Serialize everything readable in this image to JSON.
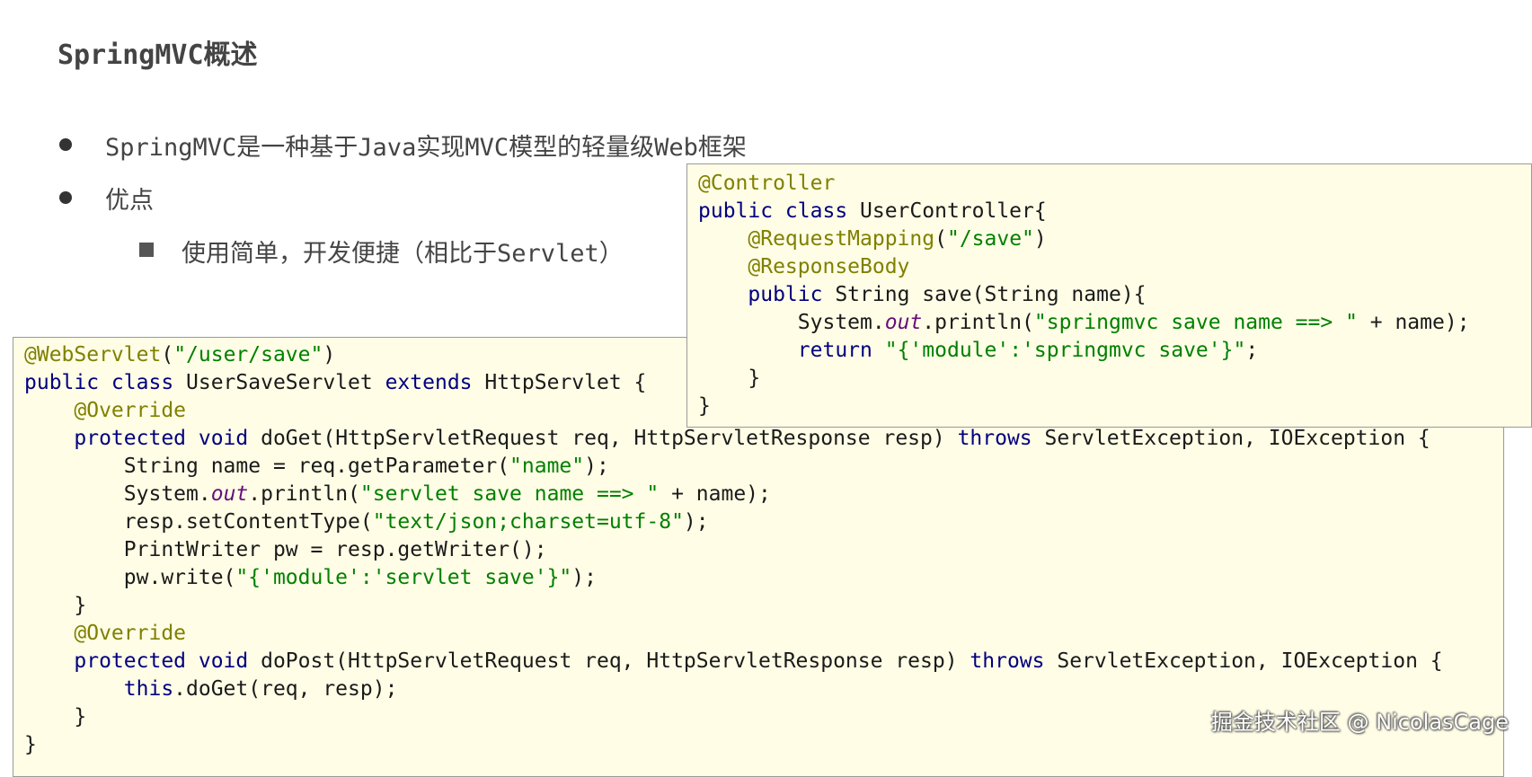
{
  "title": "SpringMVC概述",
  "bullets": [
    {
      "text": "SpringMVC是一种基于Java实现MVC模型的轻量级Web框架"
    },
    {
      "text": "优点",
      "children": [
        {
          "text": "使用简单，开发便捷（相比于Servlet）"
        }
      ]
    }
  ],
  "servlet_code": {
    "l1": {
      "ann": "@WebServlet",
      "str": "\"/user/save\"",
      "close": ")"
    },
    "l2": {
      "kw1": "public class",
      "name": " UserSaveServlet ",
      "kw2": "extends",
      "rest": " HttpServlet {"
    },
    "l3": {
      "ann": "@Override"
    },
    "l4": {
      "kw1": "protected void",
      "rest1": " doGet(HttpServletRequest req, HttpServletResponse resp) ",
      "kw2": "throws",
      "rest2": " ServletException, IOException {"
    },
    "l5": {
      "pre": "String name = req.getParameter(",
      "str": "\"name\"",
      "post": ");"
    },
    "l6": {
      "pre": "System.",
      "fld": "out",
      "mid": ".println(",
      "str": "\"servlet save name ==> \"",
      "post": " + name);"
    },
    "l7": {
      "pre": "resp.setContentType(",
      "str": "\"text/json;charset=utf-8\"",
      "post": ");"
    },
    "l8": {
      "text": "PrintWriter pw = resp.getWriter();"
    },
    "l9": {
      "pre": "pw.write(",
      "str": "\"{'module':'servlet save'}\"",
      "post": ");"
    },
    "l10": {
      "text": "}"
    },
    "l11": {
      "ann": "@Override"
    },
    "l12": {
      "kw1": "protected void",
      "rest1": " doPost(HttpServletRequest req, HttpServletResponse resp) ",
      "kw2": "throws",
      "rest2": " ServletException, IOException {"
    },
    "l13": {
      "kw": "this",
      "rest": ".doGet(req, resp);"
    },
    "l14": {
      "text": "}"
    },
    "l15": {
      "text": "}"
    }
  },
  "controller_code": {
    "l1": {
      "ann": "@Controller"
    },
    "l2": {
      "kw": "public class",
      "rest": " UserController{"
    },
    "l3": {
      "ann": "@RequestMapping",
      "pre": "(",
      "str": "\"/save\"",
      "post": ")"
    },
    "l4": {
      "ann": "@ResponseBody"
    },
    "l5": {
      "kw": "public",
      "rest": " String save(String name){"
    },
    "l6": {
      "pre": "System.",
      "fld": "out",
      "mid": ".println(",
      "str": "\"springmvc save name ==> \"",
      "post": " + name);"
    },
    "l7": {
      "kw": "return",
      "sp": " ",
      "str": "\"{'module':'springmvc save'}\"",
      "post": ";"
    },
    "l8": {
      "text": "}"
    },
    "l9": {
      "text": "}"
    }
  },
  "watermark": "掘金技术社区 @ NicolasCage"
}
